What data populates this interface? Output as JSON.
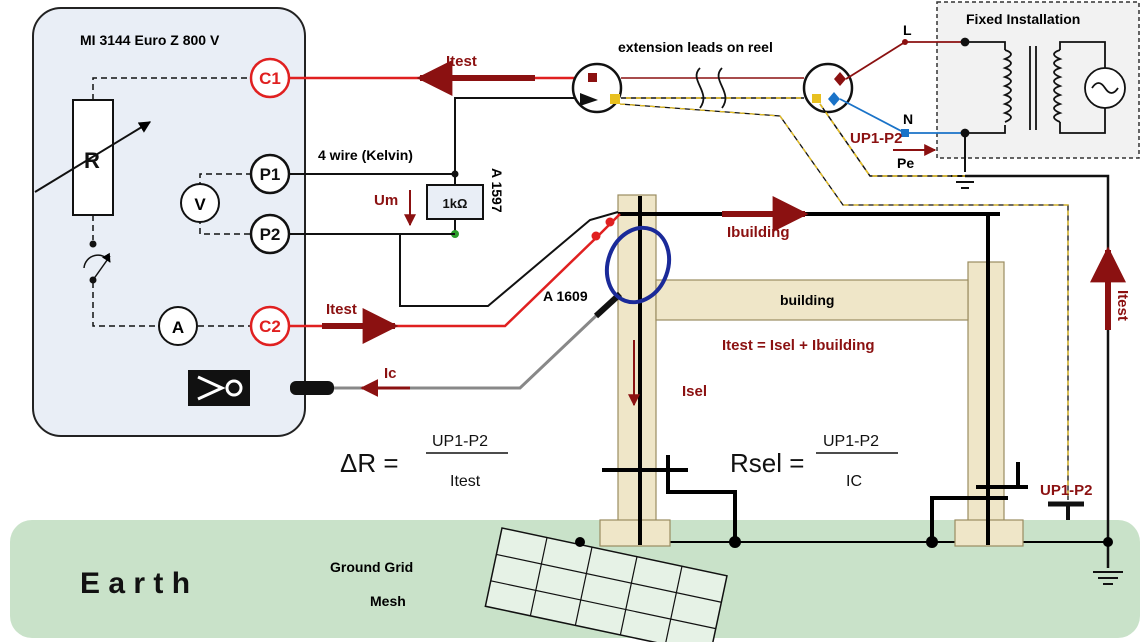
{
  "device": {
    "title": "MI 3144 Euro Z 800 V",
    "resistor_label": "R",
    "terminals": {
      "c1": "C1",
      "p1": "P1",
      "p2": "P2",
      "c2": "C2"
    },
    "voltmeter": "V",
    "ammeter": "A",
    "clamp_icon": "clamp-connector-icon"
  },
  "labels": {
    "extension_leads": "extension leads on reel",
    "fixed_installation": "Fixed Installation",
    "line": "L",
    "neutral": "N",
    "pe": "Pe",
    "kelvin": "4 wire (Kelvin)",
    "resistor_value": "1kΩ",
    "adapter_a1597": "A 1597",
    "clamp_a1609": "A 1609",
    "building": "building",
    "earth": "E a r t h",
    "ground_grid_line1": "Ground Grid",
    "ground_grid_line2": "Mesh"
  },
  "currents": {
    "itest_top": "Itest",
    "itest_bottom": "Itest",
    "itest_right": "Itest",
    "um": "Um",
    "ic": "Ic",
    "ibuilding": "Ibuilding",
    "isel": "Isel",
    "up1p2_top": "UP1-P2",
    "up1p2_right": "UP1-P2",
    "sum_equation": "Itest = Isel + Ibuilding"
  },
  "formulas": {
    "delta_r": {
      "lhs": "ΔR =",
      "numerator": "UP1-P2",
      "denominator": "Itest"
    },
    "r_sel": {
      "lhs": "Rsel =",
      "numerator": "UP1-P2",
      "denominator": "IC"
    }
  },
  "colors": {
    "red": "#e02020",
    "dark_red": "#8b1111",
    "blue": "#1a73c8",
    "earth_fill": "#c9e2c9",
    "device_fill": "#e9eef6",
    "building_fill": "#efe6c8"
  }
}
